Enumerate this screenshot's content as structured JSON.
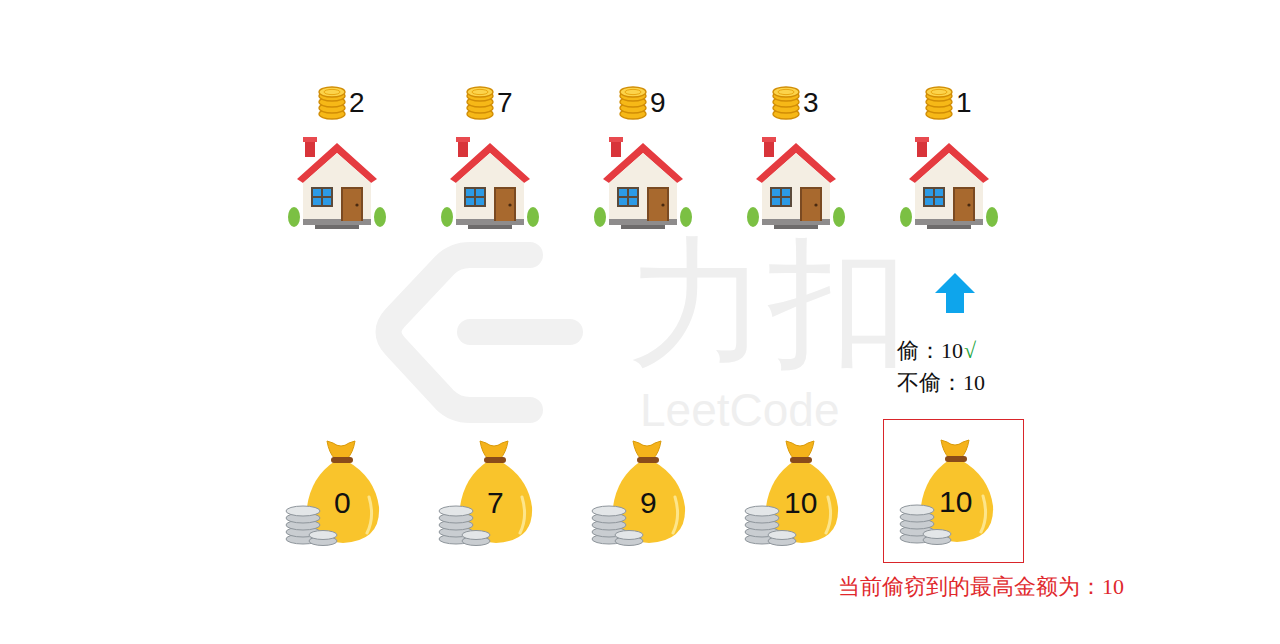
{
  "diagram": {
    "nodes": [
      {
        "text": [
          "0"
        ]
      },
      {
        "text": [
          "7"
        ]
      },
      {
        "text": [
          "9"
        ]
      },
      {
        "text": [
          "10"
        ]
      },
      {
        "text": [
          "当前偷窃到的最高金额为：10"
        ]
      },
      {
        "text": [
          "10"
        ],
        "in": 4
      }
    ],
    "labels": [
      "力扣",
      "LeetCode",
      "2",
      "7",
      "9",
      "3",
      "1",
      "偷：10",
      "√",
      "不偷：10"
    ]
  }
}
